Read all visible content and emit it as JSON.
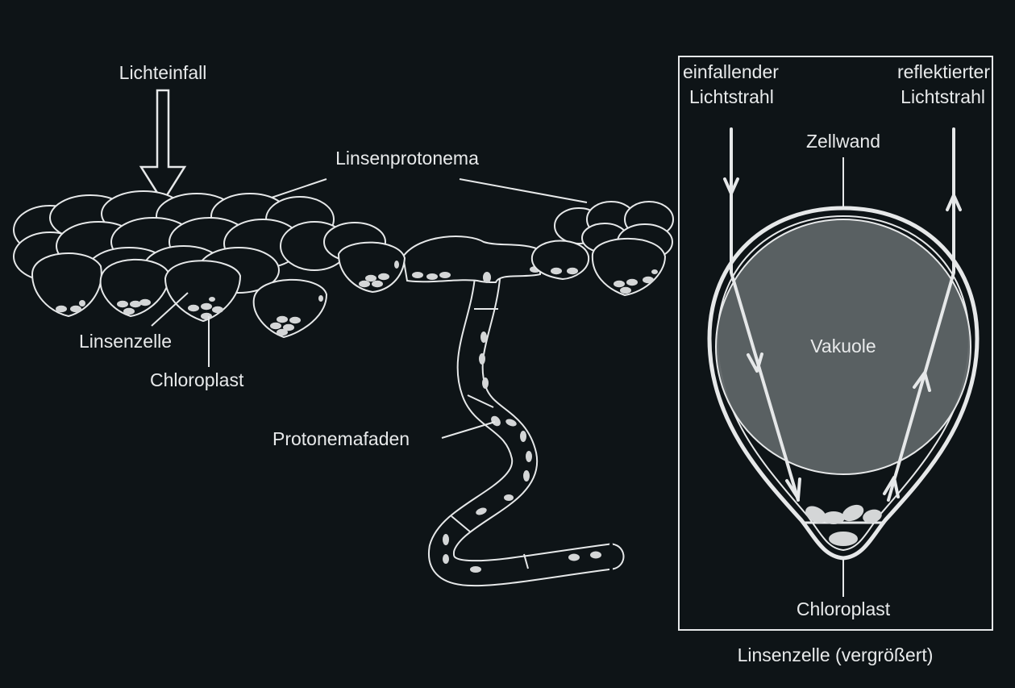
{
  "labels": {
    "light_incidence": "Lichteinfall",
    "lens_protonema": "Linsenprotonema",
    "lens_cell": "Linsenzelle",
    "chloroplast": "Chloroplast",
    "protonema_filament": "Protonemafaden",
    "incident_ray_1": "einfallender",
    "incident_ray_2": "Lichtstrahl",
    "reflected_ray_1": "reflektierter",
    "reflected_ray_2": "Lichtstrahl",
    "cell_wall": "Zellwand",
    "vacuole": "Vakuole",
    "inset_chloroplast": "Chloroplast",
    "inset_caption": "Linsenzelle (vergrößert)"
  },
  "colors": {
    "background": "#0e1417",
    "line": "#e6e8e9",
    "cell_fill": "#0e1417",
    "chloroplast_fill": "#d4d6d7",
    "vacuole_fill": "#5e6466",
    "text": "#e8eaeb"
  }
}
